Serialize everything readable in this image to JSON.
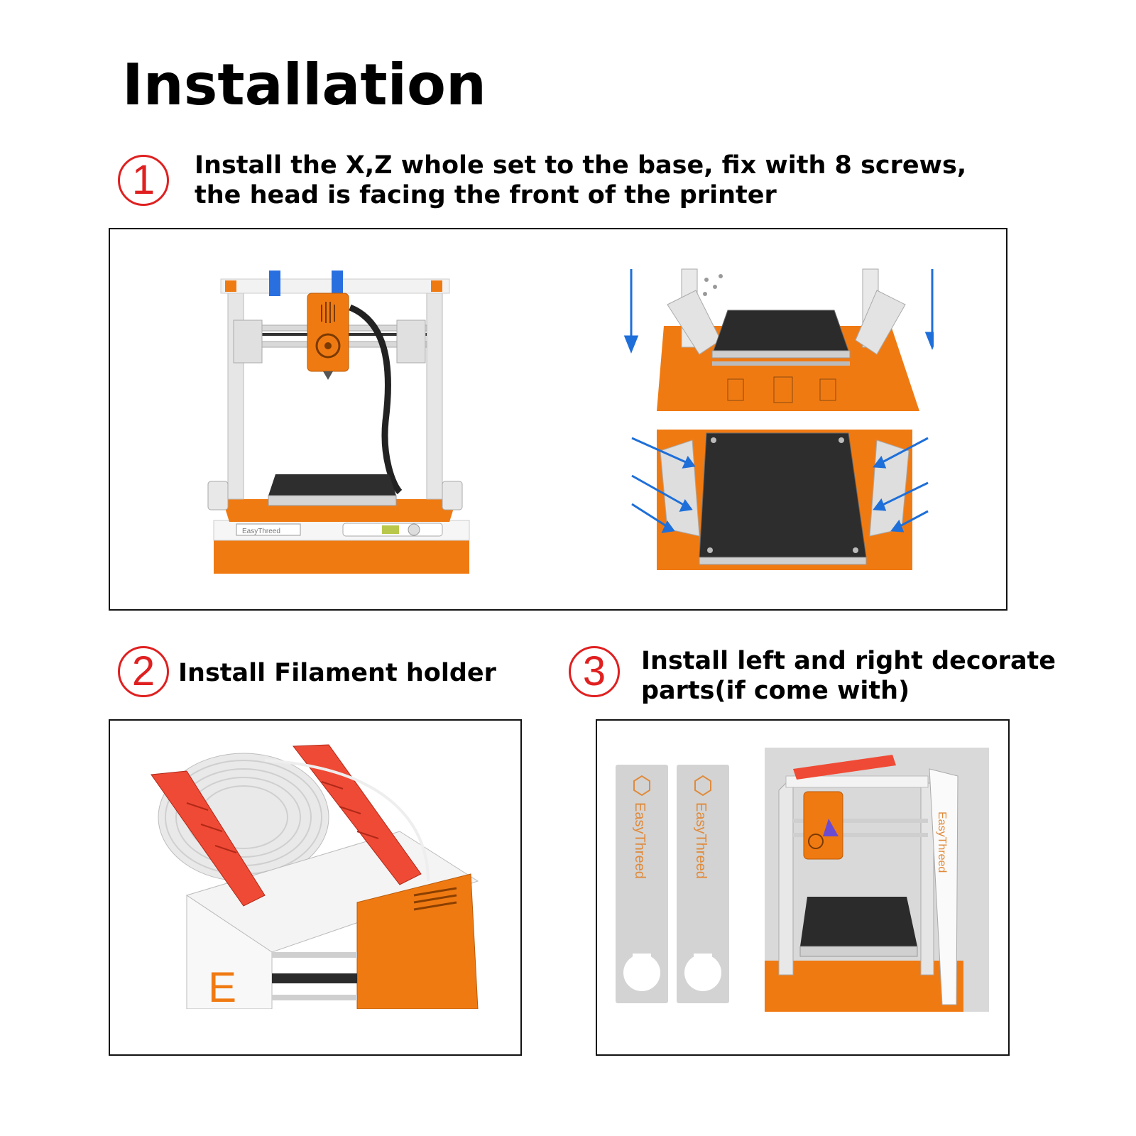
{
  "title": "Installation",
  "colors": {
    "accent_red": "#e02020",
    "printer_orange": "#f07a12",
    "frame_gray": "#dcdcdc",
    "bed_black": "#2a2a2a",
    "arrow_blue": "#1e6fd9",
    "holder_red": "#ef4a35"
  },
  "steps": [
    {
      "number": "1",
      "lines": [
        "Install the X,Z whole set to the base, fix with 8 screws,",
        "the head is facing the front of  the printer"
      ]
    },
    {
      "number": "2",
      "lines": [
        "Install Filament holder"
      ]
    },
    {
      "number": "3",
      "lines": [
        "Install left and right decorate",
        "parts(if  come with)"
      ]
    }
  ],
  "labels": {
    "brand_small": "EasyThreed",
    "strip_brand_left": "EasyThreed",
    "strip_brand_right": "EasyThreed",
    "frame_brand": "EasyThreed",
    "holder_brand": "E"
  }
}
